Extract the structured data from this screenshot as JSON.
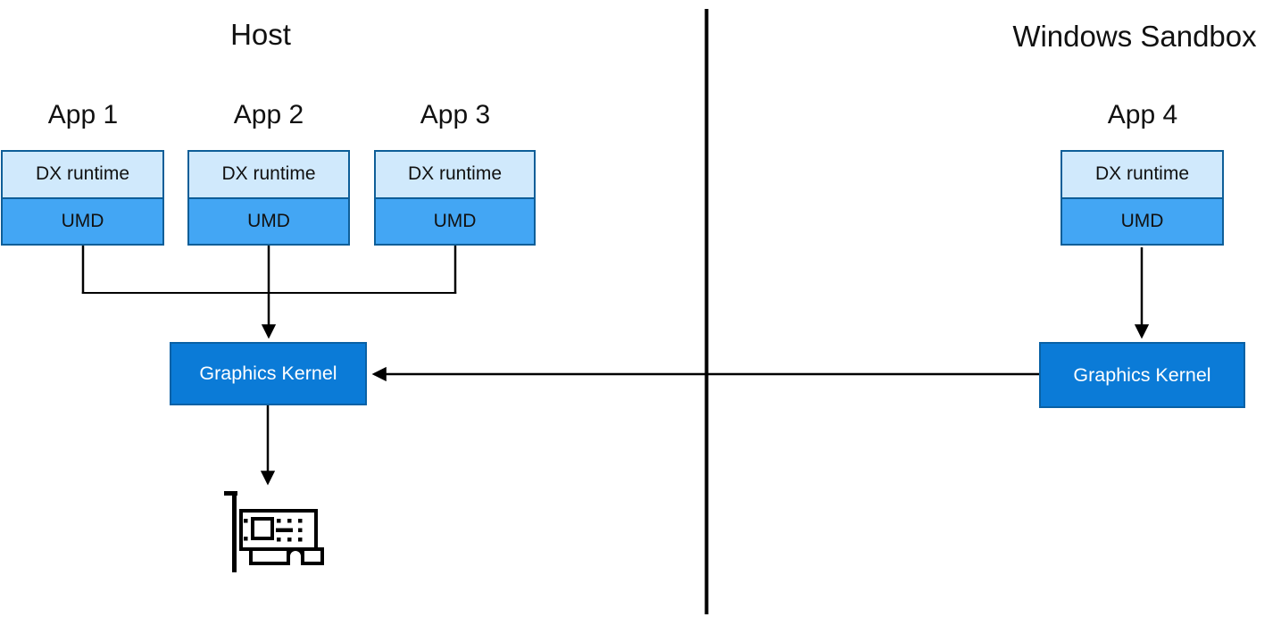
{
  "diagram": {
    "host_panel_title": "Host",
    "sandbox_panel_title": "Windows Sandbox",
    "apps": [
      {
        "name": "App 1",
        "dx_label": "DX runtime",
        "umd_label": "UMD"
      },
      {
        "name": "App 2",
        "dx_label": "DX runtime",
        "umd_label": "UMD"
      },
      {
        "name": "App 3",
        "dx_label": "DX runtime",
        "umd_label": "UMD"
      },
      {
        "name": "App 4",
        "dx_label": "DX runtime",
        "umd_label": "UMD"
      }
    ],
    "host_kernel_label": "Graphics Kernel",
    "sandbox_kernel_label": "Graphics Kernel",
    "icons": {
      "gpu": "graphics-card-icon"
    },
    "colors": {
      "dx_fill": "#d0e9fc",
      "umd_fill": "#43a6f4",
      "box_border": "#0e5e98",
      "kernel_fill": "#0b7bd7",
      "kernel_border": "#0961a5",
      "kernel_text": "#ffffff",
      "line": "#000000"
    }
  }
}
